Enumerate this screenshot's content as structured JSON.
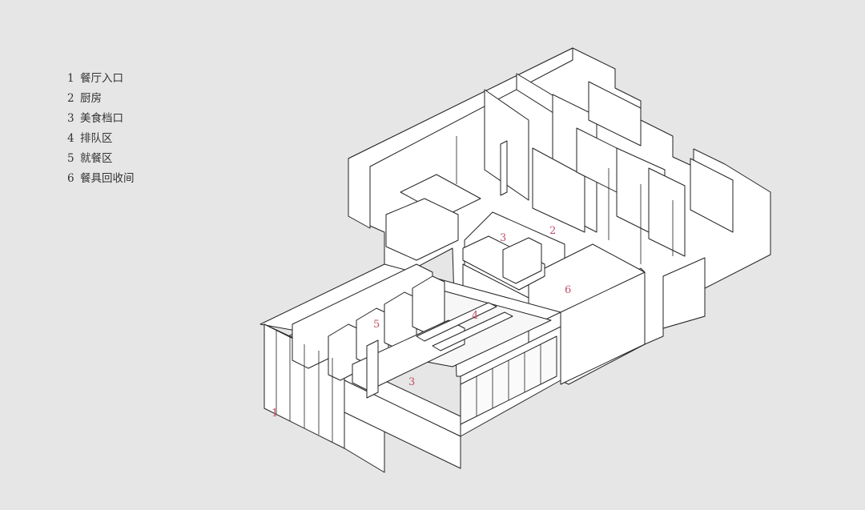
{
  "legend": [
    {
      "num": "1",
      "text": "餐厅入口"
    },
    {
      "num": "2",
      "text": "厨房"
    },
    {
      "num": "3",
      "text": "美食档口"
    },
    {
      "num": "4",
      "text": "排队区"
    },
    {
      "num": "5",
      "text": "就餐区"
    },
    {
      "num": "6",
      "text": "餐具回收间"
    }
  ],
  "zones": {
    "entrance": "1",
    "kitchen": "2",
    "stall_back": "3",
    "stall_front": "3",
    "queue": "4",
    "dining": "5",
    "recycling": "6"
  },
  "colors": {
    "background": "#e6e6e6",
    "line": "#222222",
    "label": "#c0506a",
    "legend_text": "#333333"
  }
}
